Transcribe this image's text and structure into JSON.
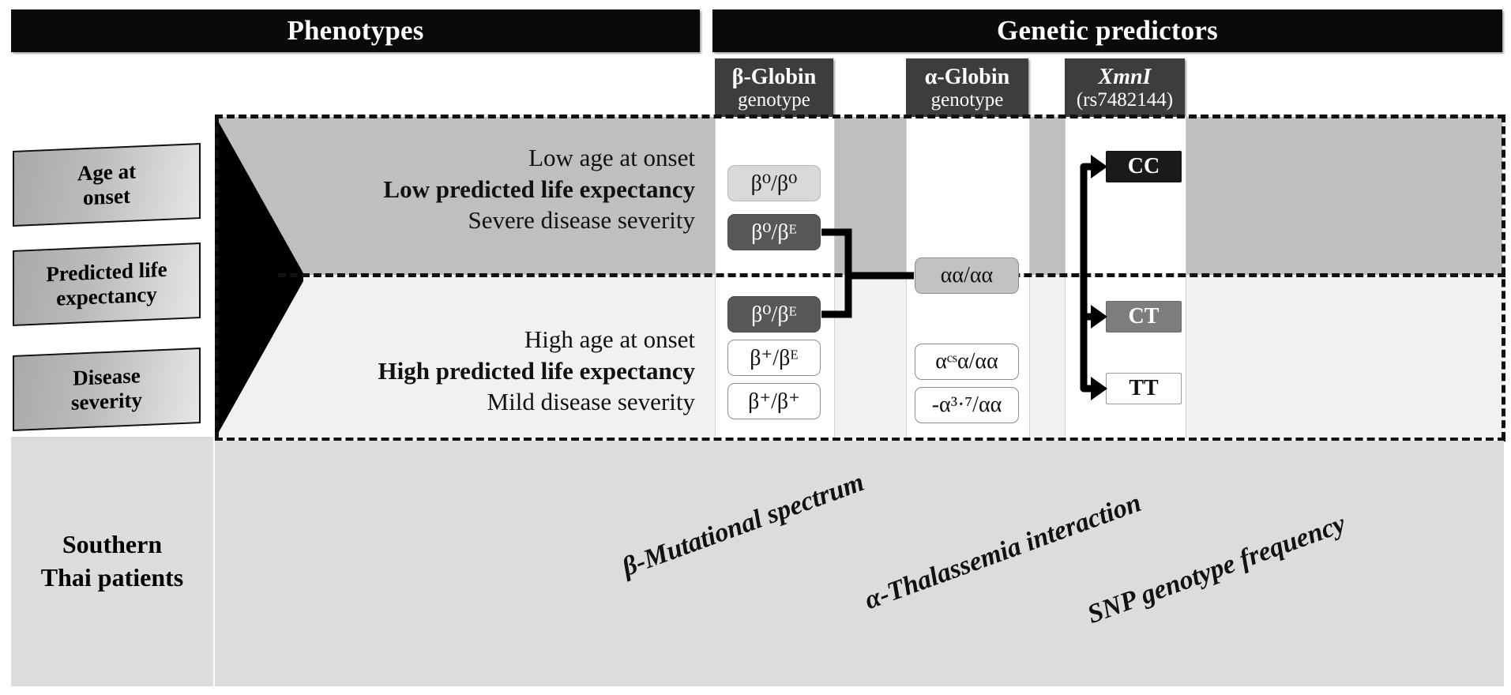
{
  "banners": {
    "phenotypes": "Phenotypes",
    "genetic_predictors": "Genetic predictors"
  },
  "column_headers": [
    {
      "name": "beta-globin",
      "line1": "β-Globin",
      "line2": "genotype"
    },
    {
      "name": "alpha-globin",
      "line1": "α-Globin",
      "line2": "genotype"
    },
    {
      "name": "xmni",
      "line1": "XmnI",
      "line2": "(rs7482144)"
    }
  ],
  "phenotype_labels": [
    {
      "id": "age-at-onset",
      "text": "Age at\nonset"
    },
    {
      "id": "predicted-life-expectancy",
      "text": "Predicted life\nexpectancy"
    },
    {
      "id": "disease-severity",
      "text": "Disease\nseverity"
    }
  ],
  "cohort": {
    "line1": "Southern",
    "line2": "Thai patients"
  },
  "severe_group": {
    "line1": "Low age at onset",
    "line2": "Low predicted life expectancy",
    "line3": "Severe disease severity"
  },
  "mild_group": {
    "line1": "High age at onset",
    "line2": "High predicted life expectancy",
    "line3": "Mild disease severity"
  },
  "beta_genotypes": [
    {
      "id": "b0-b0",
      "label": "β⁰/β⁰",
      "group": "severe",
      "style": "light"
    },
    {
      "id": "b0-bE-severe",
      "label": "β⁰/βᴱ",
      "group": "severe",
      "style": "dark"
    },
    {
      "id": "b0-bE-mild",
      "label": "β⁰/βᴱ",
      "group": "mild",
      "style": "dark"
    },
    {
      "id": "bplus-bE",
      "label": "β⁺/βᴱ",
      "group": "mild",
      "style": "white"
    },
    {
      "id": "bplus-bplus",
      "label": "β⁺/β⁺",
      "group": "mild",
      "style": "white"
    }
  ],
  "alpha_genotypes": [
    {
      "id": "aa-aa",
      "label": "αα/αα",
      "style": "medium"
    },
    {
      "id": "acs-a-aa",
      "label": "αᶜˢα/αα",
      "style": "white"
    },
    {
      "id": "a37-aa",
      "label": "-α³·⁷/αα",
      "style": "white"
    }
  ],
  "snp_genotypes": [
    {
      "id": "cc",
      "label": "CC",
      "style": "black"
    },
    {
      "id": "ct",
      "label": "CT",
      "style": "mid-gray"
    },
    {
      "id": "tt",
      "label": "TT",
      "style": "white"
    }
  ],
  "diagonal_captions": [
    {
      "id": "beta-mutational-spectrum",
      "text": "β-Mutational spectrum"
    },
    {
      "id": "alpha-thalassemia-interaction",
      "text": "α-Thalassemia interaction"
    },
    {
      "id": "snp-genotype-frequency",
      "text": "SNP genotype frequency"
    }
  ],
  "colors": {
    "banner_bg": "#0a0a0a",
    "colhead_bg": "#3d3d3d",
    "severe_band": "#bfbfbf",
    "mild_band": "#f1f1f1",
    "bottom_strip": "#dcdcdc",
    "wedge": "#000000"
  }
}
